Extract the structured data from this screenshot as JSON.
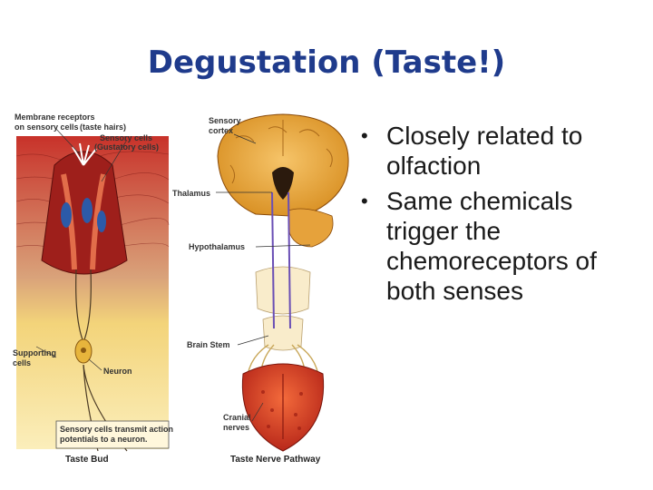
{
  "slide": {
    "title": "Degustation (Taste!)",
    "bullets": [
      "Closely related to olfaction",
      "Same chemicals trigger the chemoreceptors of both senses"
    ]
  },
  "figure": {
    "labels": {
      "membrane_receptors": "Membrane receptors",
      "on_sensory_cells": "on sensory cells",
      "taste_hairs": "(taste hairs)",
      "sensory_cells": "Sensory cells",
      "gustatory_cells": "(Gustatory cells)",
      "supporting": "Supporting",
      "cells": "cells",
      "neuron": "Neuron",
      "transmit_1": "Sensory cells transmit action",
      "transmit_2": "potentials to a neuron.",
      "taste_bud": "Taste Bud",
      "sensory": "Sensory",
      "cortex": "cortex",
      "thalamus": "Thalamus",
      "hypothalamus": "Hypothalamus",
      "brain_stem": "Brain Stem",
      "cranial": "Cranial",
      "nerves": "nerves",
      "pathway": "Taste Nerve Pathway"
    }
  }
}
